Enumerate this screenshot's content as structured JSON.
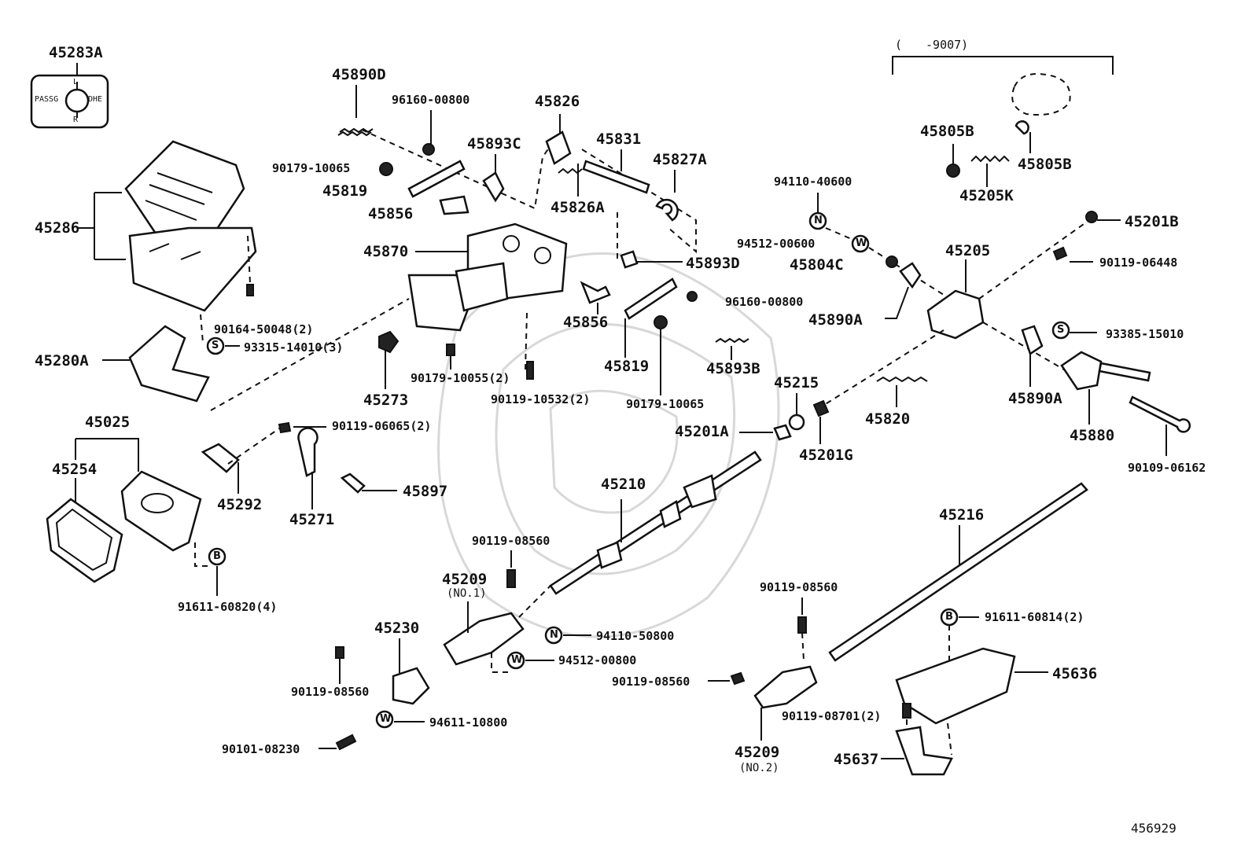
{
  "diagram": {
    "drawing_number": "456929",
    "range_note": "(　　-9007)",
    "sub_labels": {
      "no1": "(NO.1)",
      "no2": "(NO.2)"
    },
    "badges": {
      "S": "S",
      "N": "N",
      "W": "W",
      "B": "B"
    },
    "indicator_plate": {
      "top": "L",
      "bottom": "R",
      "left": "PASSG",
      "right": "DHE"
    },
    "parts": {
      "p45283A": "45283A",
      "p45890D": "45890D",
      "p96160_00800a": "96160-00800",
      "p45826": "45826",
      "p45893C": "45893C",
      "p45831": "45831",
      "p45827A": "45827A",
      "p90179_10065a": "90179-10065",
      "p45819a": "45819",
      "p45856a": "45856",
      "p45826A": "45826A",
      "p45286": "45286",
      "p45870": "45870",
      "p45893D": "45893D",
      "p96160_00800b": "96160-00800",
      "p45856b": "45856",
      "p45819b": "45819",
      "p45893B": "45893B",
      "p90179_10065b": "90179-10065",
      "p90164_50048": "90164-50048(2)",
      "p93315_14010": "93315-14010(3)",
      "p45280A": "45280A",
      "p45273": "45273",
      "p90179_10055": "90179-10055(2)",
      "p90119_10532": "90119-10532(2)",
      "p94110_40600": "94110-40600",
      "p94512_00600": "94512-00600",
      "p45804C": "45804C",
      "p45890Aa": "45890A",
      "p45205": "45205",
      "p45805Ba": "45805B",
      "p45805Bb": "45805B",
      "p45205K": "45205K",
      "p45201B": "45201B",
      "p90119_06448": "90119-06448",
      "p93385_15010": "93385-15010",
      "p45890Ab": "45890A",
      "p45880": "45880",
      "p90109_06162": "90109-06162",
      "p45215": "45215",
      "p45201A": "45201A",
      "p45201G": "45201G",
      "p45820": "45820",
      "p45025": "45025",
      "p45254": "45254",
      "p90119_06065": "90119-06065(2)",
      "p45292": "45292",
      "p45271": "45271",
      "p45897": "45897",
      "p45210": "45210",
      "p45216": "45216",
      "p91611_60820": "91611-60820(4)",
      "p90119_08560a": "90119-08560",
      "p45209a": "45209",
      "p90119_08560b": "90119-08560",
      "p45230": "45230",
      "p94110_50800": "94110-50800",
      "p94512_00800": "94512-00800",
      "p90119_08560c": "90119-08560",
      "p90119_08560d": "90119-08560",
      "p94611_10800": "94611-10800",
      "p90101_08230": "90101-08230",
      "p91611_60814": "91611-60814(2)",
      "p45636": "45636",
      "p90119_08701": "90119-08701(2)",
      "p45209b": "45209",
      "p45637": "45637"
    }
  }
}
